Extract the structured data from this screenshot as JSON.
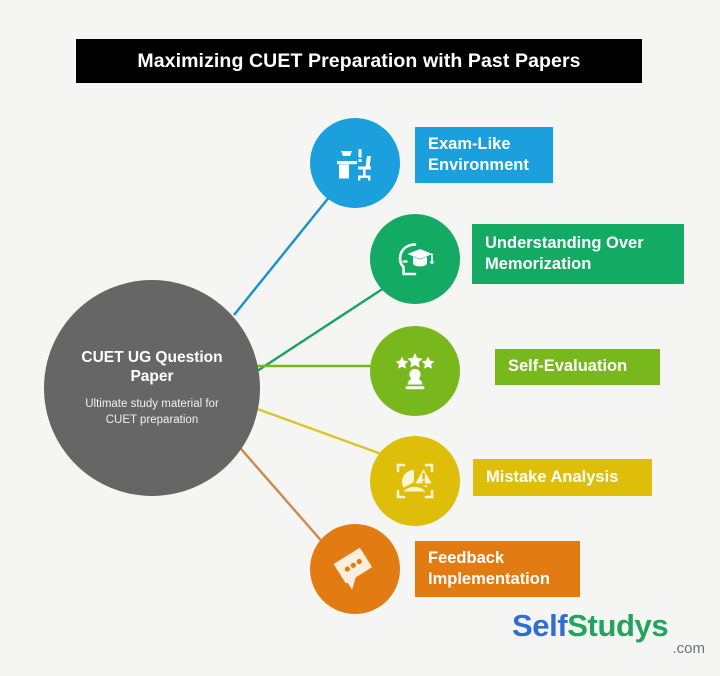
{
  "background_color": "#f5f5f4",
  "header": {
    "title": "Maximizing CUET Preparation with Past Papers",
    "banner_color": "#000000",
    "text_color": "#ffffff"
  },
  "hub": {
    "title": "CUET UG Question Paper",
    "subtitle": "Ultimate study material for CUET preparation",
    "color": "#666666",
    "text_color": "#ffffff"
  },
  "nodes": [
    {
      "label": "Exam-Like Environment",
      "icon": "desk-lamp-chair-icon",
      "circle_color": "#1ba0dd",
      "label_color": "#1ba0dd",
      "connector_color": "#1b8fcf"
    },
    {
      "label": "Understanding Over Memorization",
      "icon": "head-graduation-cap-icon",
      "circle_color": "#13ab63",
      "label_color": "#13ab63",
      "connector_color": "#17a463"
    },
    {
      "label": "Self-Evaluation",
      "icon": "three-stars-person-icon",
      "circle_color": "#78b81d",
      "label_color": "#78b81d",
      "connector_color": "#78b81d"
    },
    {
      "label": "Mistake Analysis",
      "icon": "chart-warning-icon",
      "circle_color": "#dfbe09",
      "label_color": "#dfbe09",
      "connector_color": "#d9c61f"
    },
    {
      "label": "Feedback Implementation",
      "icon": "feedback-tag-pencil-icon",
      "circle_color": "#e27b12",
      "label_color": "#e27b12",
      "connector_color": "#cd8a4e"
    }
  ],
  "logo": {
    "part_one": "Self",
    "part_two": "Studys",
    "suffix": ".com",
    "part_one_color": "#2f6fd0",
    "part_two_color": "#24a35c",
    "suffix_color": "#6e7276"
  }
}
